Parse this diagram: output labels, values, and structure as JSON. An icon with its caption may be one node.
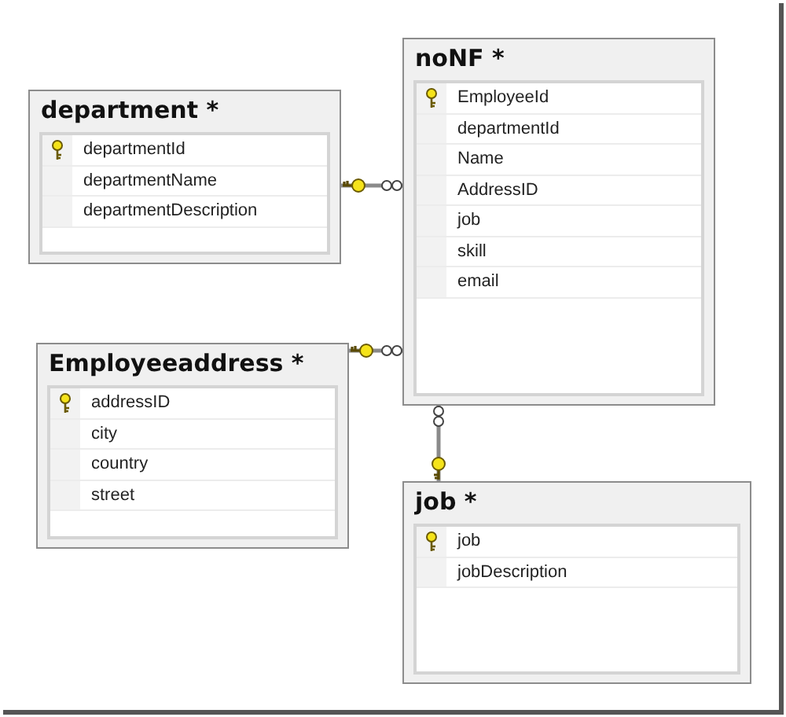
{
  "diagram": {
    "nodes": [
      {
        "text": [
          "department *"
        ]
      },
      {
        "text": [
          "departmentId"
        ],
        "in": 0
      },
      {
        "text": [
          "departmentName"
        ],
        "in": 0
      },
      {
        "text": [
          "departmentDescription"
        ],
        "in": 0
      },
      {
        "text": [
          "noNF *"
        ]
      },
      {
        "text": [
          "EmployeeId"
        ],
        "in": 4
      },
      {
        "text": [
          "departmentId"
        ],
        "in": 4
      },
      {
        "text": [
          "Name"
        ],
        "in": 4
      },
      {
        "text": [
          "AddressID"
        ],
        "in": 4
      },
      {
        "text": [
          "job"
        ],
        "in": 4
      },
      {
        "text": [
          "skill"
        ],
        "in": 4
      },
      {
        "text": [
          "email"
        ],
        "in": 4
      },
      {
        "text": [
          "Employeeaddress *"
        ]
      },
      {
        "text": [
          "addressID"
        ],
        "in": 12
      },
      {
        "text": [
          "city"
        ],
        "in": 12
      },
      {
        "text": [
          "country"
        ],
        "in": 12
      },
      {
        "text": [
          "street"
        ],
        "in": 12
      },
      {
        "text": [
          "job *"
        ]
      },
      {
        "text": [
          "job"
        ],
        "in": 17
      },
      {
        "text": [
          "jobDescription"
        ],
        "in": 17
      }
    ],
    "edges": [
      {
        "from": 0,
        "to": 4,
        "arrow": "other"
      },
      {
        "from": 12,
        "to": 4,
        "arrow": "other"
      },
      {
        "from": 17,
        "to": 4,
        "arrow": "other"
      }
    ]
  }
}
